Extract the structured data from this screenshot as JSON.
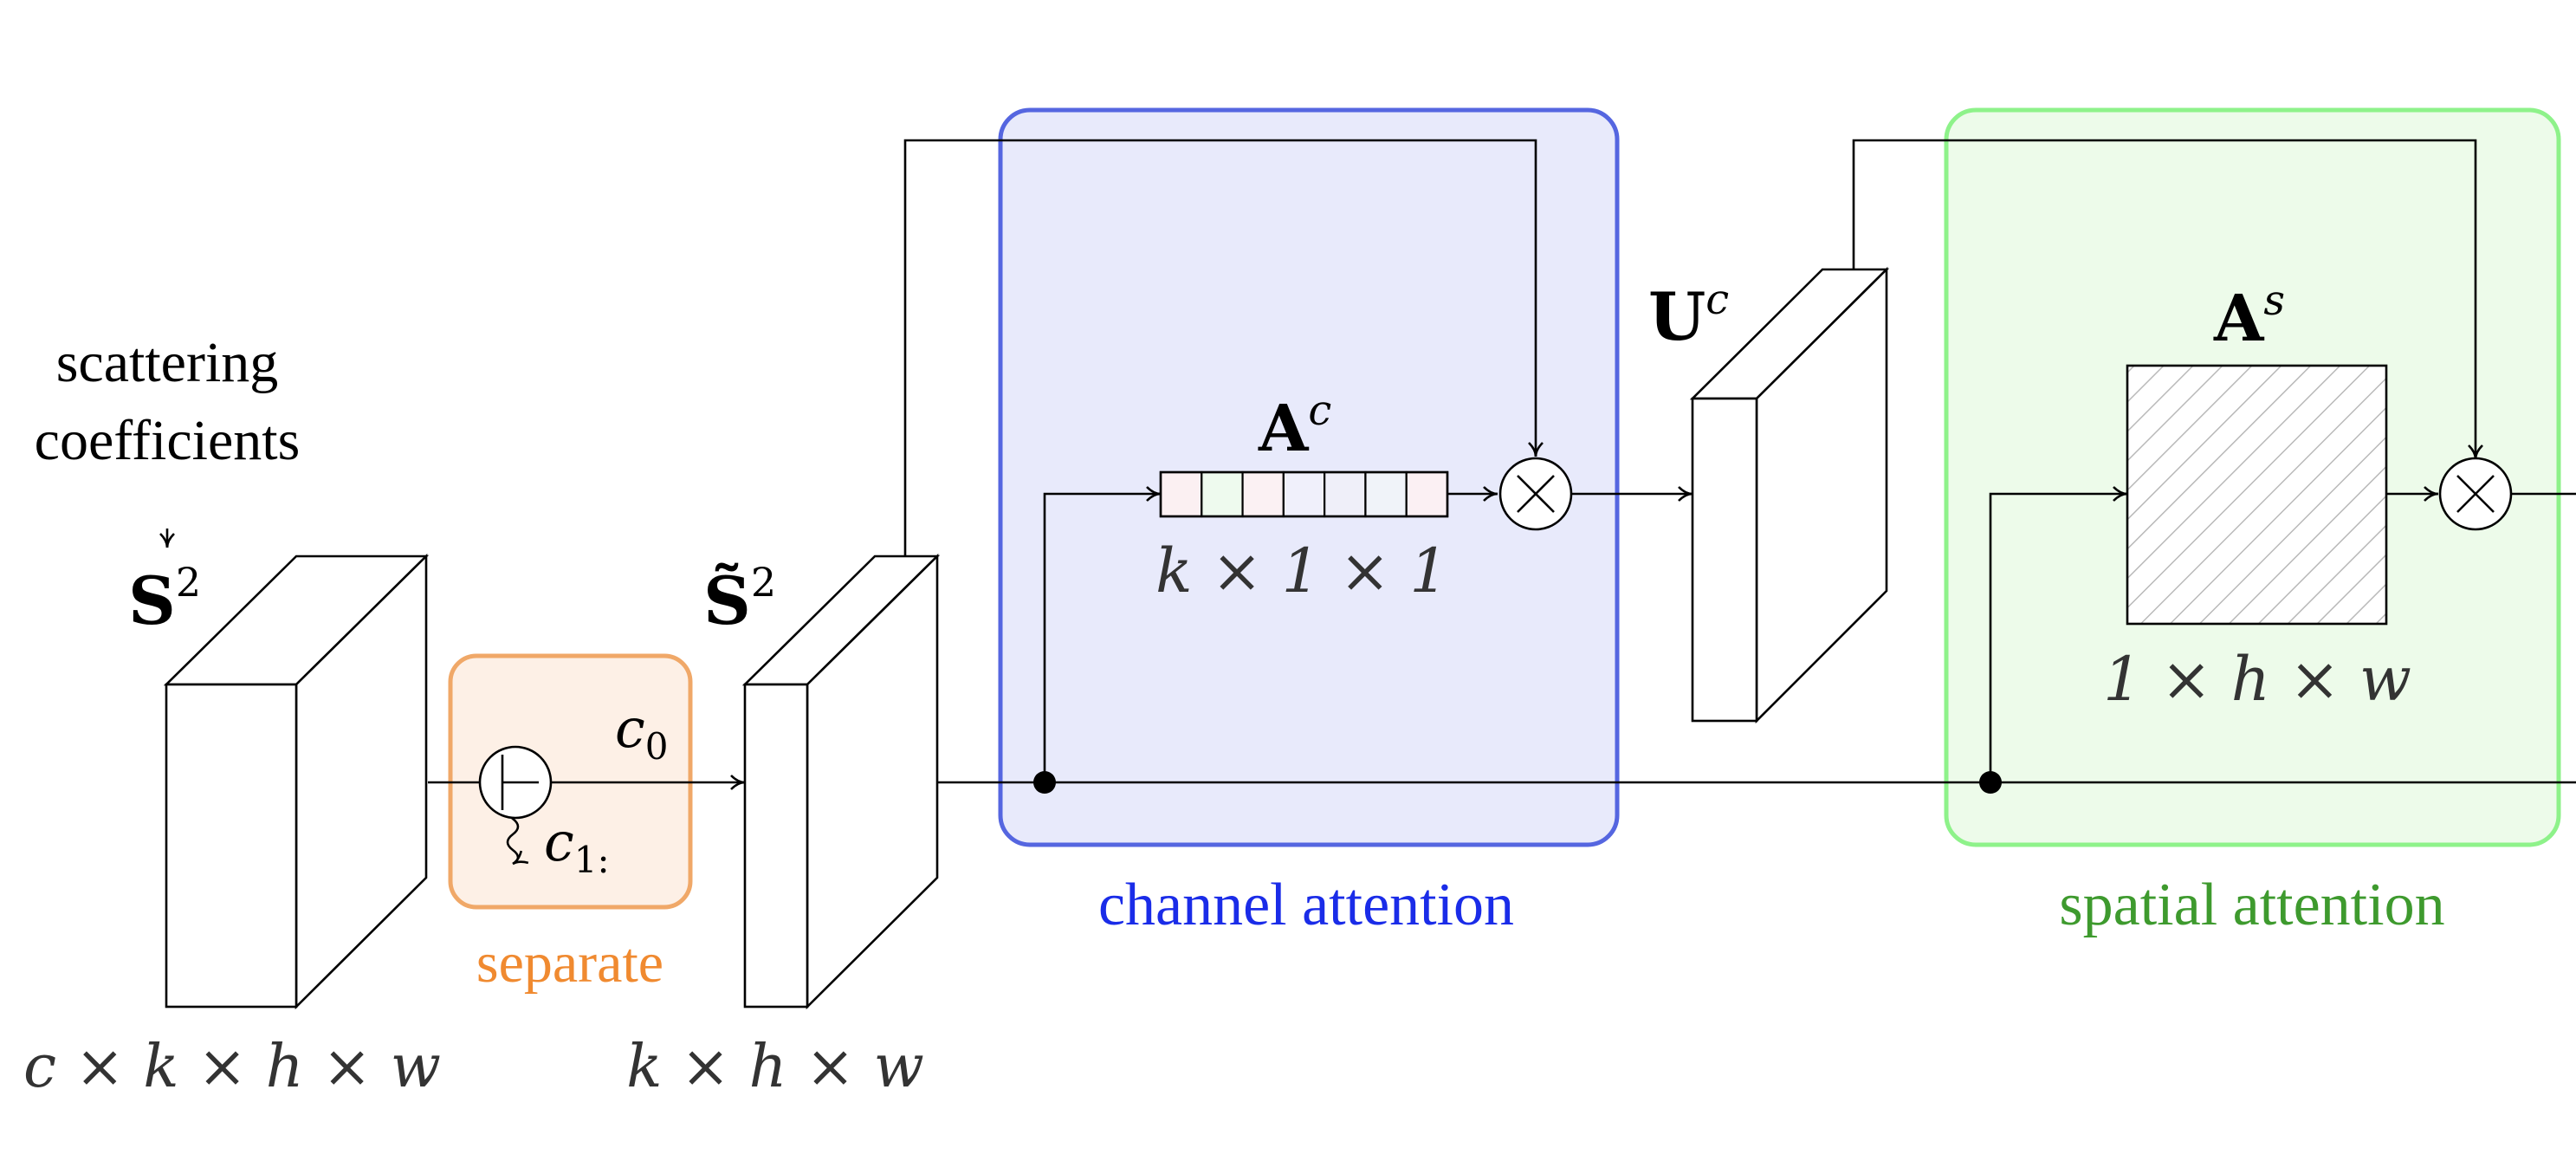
{
  "input": {
    "label_line1": "scattering",
    "label_line2": "coefficients",
    "tensor_symbol": "S",
    "tensor_superscript": "2",
    "dims": "c × k × h × w"
  },
  "separate": {
    "label": "separate",
    "c0_label": "c",
    "c0_subscript": "0",
    "c1_label": "c",
    "c1_subscript": "1:",
    "box_color": "#f0a868",
    "box_fill": "#fdf0e6",
    "text_color": "#f08a30"
  },
  "selected": {
    "tensor_symbol": "S̃",
    "tensor_superscript": "2",
    "dims": "k × h × w"
  },
  "channel_attention": {
    "label": "channel attention",
    "weights_symbol": "A",
    "weights_superscript": "c",
    "weights_dims": "k × 1 × 1",
    "box_color": "#5566e0",
    "box_fill": "#e8eafb",
    "text_color": "#1a2ce8",
    "cell_colors": [
      "#fbf0f2",
      "#eefaee",
      "#fbf1f3",
      "#f0f0fb",
      "#efeff9",
      "#f0f3f9",
      "#fbf0f3"
    ]
  },
  "intermediate": {
    "tensor_symbol": "U",
    "tensor_superscript": "c"
  },
  "spatial_attention": {
    "label": "spatial attention",
    "weights_symbol": "A",
    "weights_superscript": "s",
    "weights_dims": "1 × h × w",
    "box_color": "#8ef28a",
    "box_fill": "#edfbea",
    "text_color": "#3e9a2e"
  }
}
